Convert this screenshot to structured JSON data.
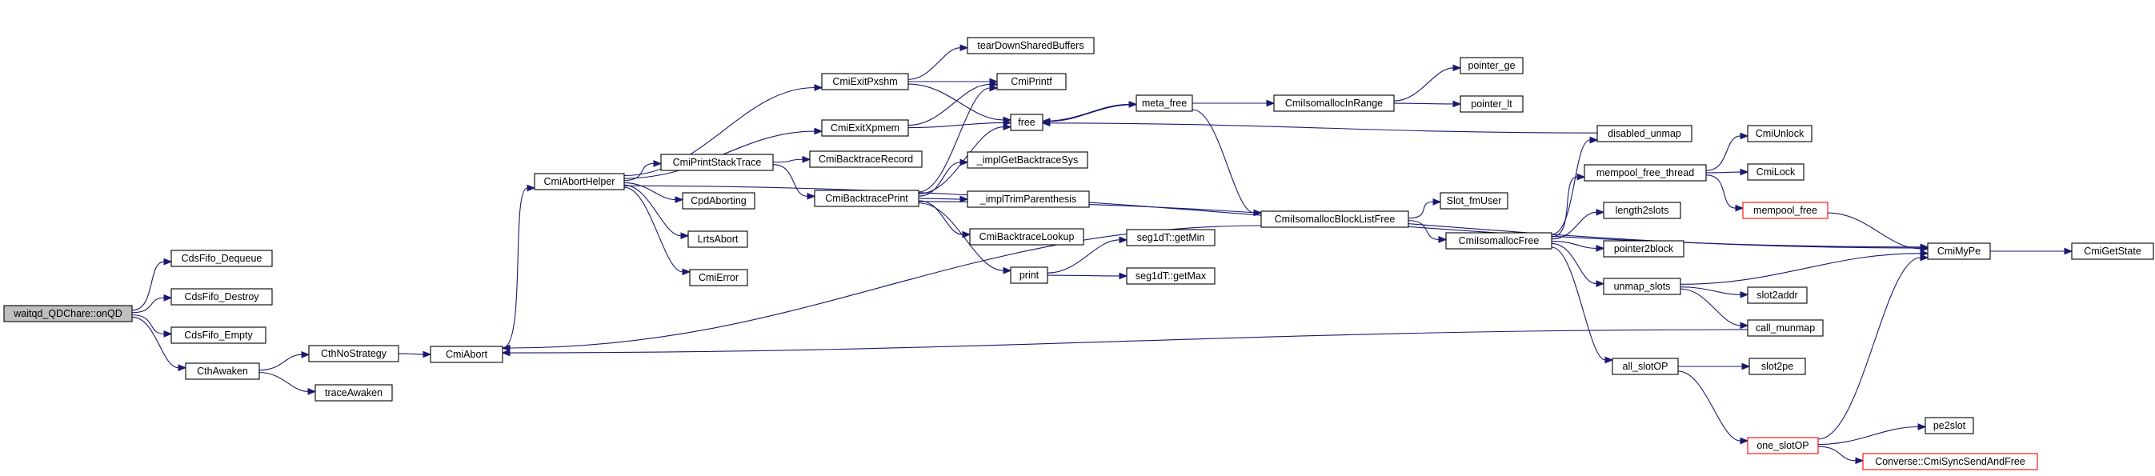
{
  "graph": {
    "edge_color": "#191970",
    "root_fill": "#bfbfbf",
    "truncated_border": "#ff0000",
    "nodes": [
      {
        "id": "root",
        "label": "waitqd_QDChare::onQD",
        "style": "root"
      },
      {
        "id": "deq",
        "label": "CdsFifo_Dequeue"
      },
      {
        "id": "des",
        "label": "CdsFifo_Destroy"
      },
      {
        "id": "emp",
        "label": "CdsFifo_Empty"
      },
      {
        "id": "awk",
        "label": "CthAwaken"
      },
      {
        "id": "nos",
        "label": "CthNoStrategy"
      },
      {
        "id": "tra",
        "label": "traceAwaken"
      },
      {
        "id": "cab",
        "label": "CmiAbort"
      },
      {
        "id": "cah",
        "label": "CmiAbortHelper"
      },
      {
        "id": "pst",
        "label": "CmiPrintStackTrace"
      },
      {
        "id": "cpa",
        "label": "CpdAborting"
      },
      {
        "id": "lrt",
        "label": "LrtsAbort"
      },
      {
        "id": "err",
        "label": "CmiError"
      },
      {
        "id": "exs",
        "label": "CmiExitPxshm"
      },
      {
        "id": "exx",
        "label": "CmiExitXpmem"
      },
      {
        "id": "tds",
        "label": "tearDownSharedBuffers"
      },
      {
        "id": "prf",
        "label": "CmiPrintf"
      },
      {
        "id": "fre",
        "label": "free"
      },
      {
        "id": "btr",
        "label": "CmiBacktraceRecord"
      },
      {
        "id": "btp",
        "label": "CmiBacktracePrint"
      },
      {
        "id": "igb",
        "label": "_implGetBacktraceSys"
      },
      {
        "id": "itp",
        "label": "_implTrimParenthesis"
      },
      {
        "id": "btl",
        "label": "CmiBacktraceLookup"
      },
      {
        "id": "prn",
        "label": "print"
      },
      {
        "id": "gmi",
        "label": "seg1dT::getMin"
      },
      {
        "id": "gma",
        "label": "seg1dT::getMax"
      },
      {
        "id": "mfr",
        "label": "meta_free"
      },
      {
        "id": "iir",
        "label": "CmiIsomallocInRange"
      },
      {
        "id": "pge",
        "label": "pointer_ge"
      },
      {
        "id": "plt",
        "label": "pointer_lt"
      },
      {
        "id": "blf",
        "label": "CmiIsomallocBlockListFree"
      },
      {
        "id": "sfu",
        "label": "Slot_fmUser"
      },
      {
        "id": "isf",
        "label": "CmiIsomallocFree"
      },
      {
        "id": "dun",
        "label": "disabled_unmap"
      },
      {
        "id": "mft",
        "label": "mempool_free_thread"
      },
      {
        "id": "l2s",
        "label": "length2slots"
      },
      {
        "id": "p2b",
        "label": "pointer2block"
      },
      {
        "id": "uns",
        "label": "unmap_slots"
      },
      {
        "id": "aso",
        "label": "all_slotOP"
      },
      {
        "id": "unl",
        "label": "CmiUnlock"
      },
      {
        "id": "lck",
        "label": "CmiLock"
      },
      {
        "id": "mpf",
        "label": "mempool_free",
        "style": "trunc"
      },
      {
        "id": "s2a",
        "label": "slot2addr"
      },
      {
        "id": "cmu",
        "label": "call_munmap"
      },
      {
        "id": "s2p",
        "label": "slot2pe"
      },
      {
        "id": "oso",
        "label": "one_slotOP",
        "style": "trunc"
      },
      {
        "id": "p2s",
        "label": "pe2slot"
      },
      {
        "id": "csf",
        "label": "Converse::CmiSyncSendAndFree",
        "style": "trunc"
      },
      {
        "id": "myp",
        "label": "CmiMyPe"
      },
      {
        "id": "gst",
        "label": "CmiGetState"
      }
    ]
  }
}
